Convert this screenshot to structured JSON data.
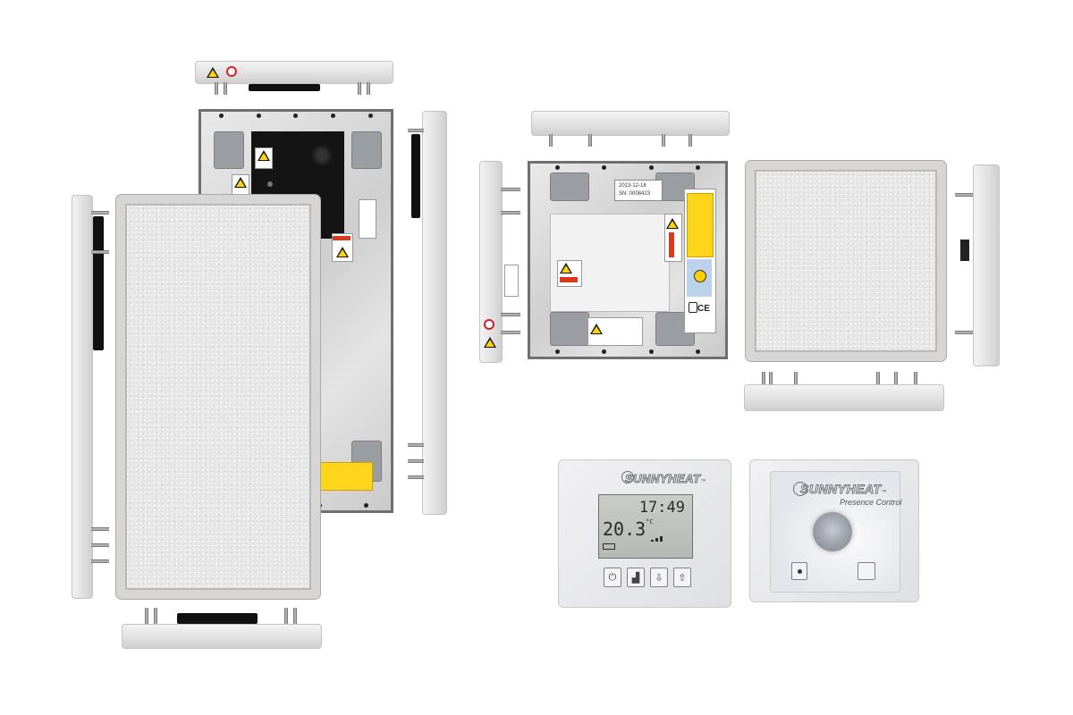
{
  "serial_label": {
    "date": "2013-12-18",
    "serial": "SN: 0008423"
  },
  "brand": {
    "name": "SUNNYHEAT",
    "trademark": "™"
  },
  "thermostat": {
    "temperature": "20.3",
    "temp_unit": "°C",
    "time": "17:49",
    "button_icons": [
      "power-hand-icon",
      "signal-hand-icon",
      "arrow-down-icon",
      "arrow-up-icon"
    ]
  },
  "presence_control": {
    "subtitle": "Presence Control"
  },
  "label_marks": {
    "ce": "CE"
  },
  "colors": {
    "panel_surface": "#e6e6e6",
    "panel_frame": "#d8d5d5",
    "back_frame": "#6f6f6f",
    "warning_yellow": "#ffd400",
    "lcd": "#c9ccc7"
  }
}
